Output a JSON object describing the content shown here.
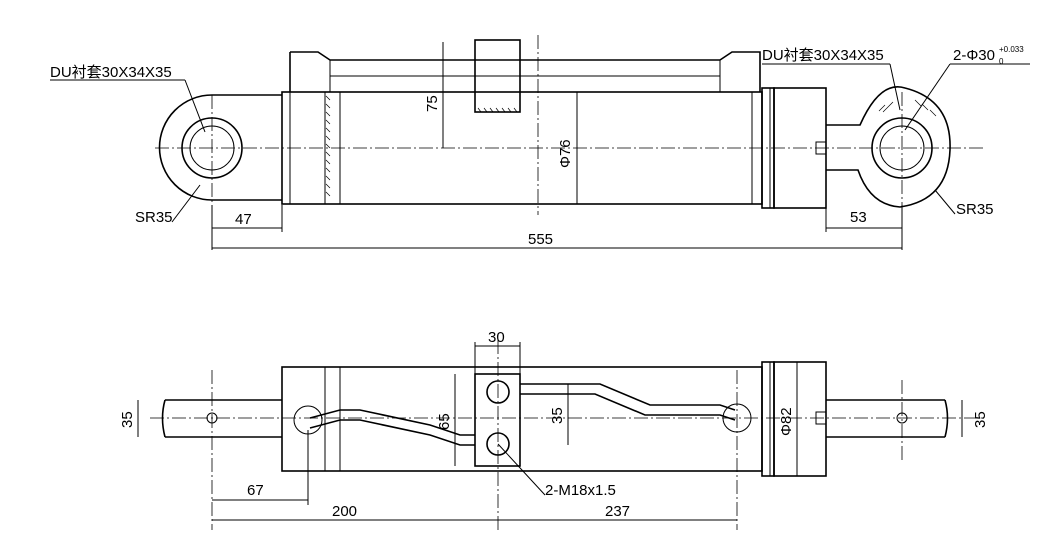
{
  "top_view": {
    "label_du_left": "DU衬套30X34X35",
    "label_du_right": "DU衬套30X34X35",
    "label_pin_dia": "2-Φ30",
    "label_pin_tol_upper": "+0.033",
    "label_pin_tol_lower": "0",
    "label_sr_left": "SR35",
    "label_sr_right": "SR35",
    "dim_47": "47",
    "dim_53": "53",
    "dim_555": "555",
    "dim_75": "75",
    "dim_phi76": "Φ76"
  },
  "bottom_view": {
    "dim_30": "30",
    "dim_35_left": "35",
    "dim_65": "65",
    "dim_35_mid": "35",
    "dim_phi82": "Φ82",
    "dim_35_right": "35",
    "label_ports": "2-M18x1.5",
    "dim_67": "67",
    "dim_200": "200",
    "dim_237": "237"
  }
}
